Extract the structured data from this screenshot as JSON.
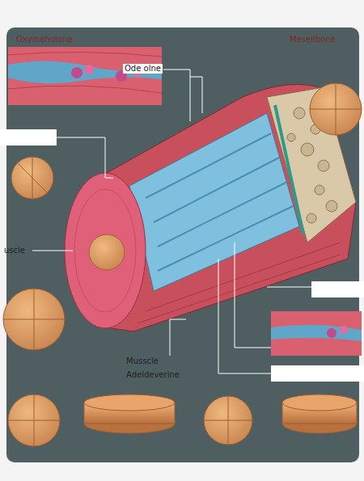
{
  "diagram": {
    "labels": [
      "Oxymeholone",
      "Mesellbone",
      "Ode olne",
      "uscle",
      "Musscle",
      "Adeldeverine"
    ]
  }
}
